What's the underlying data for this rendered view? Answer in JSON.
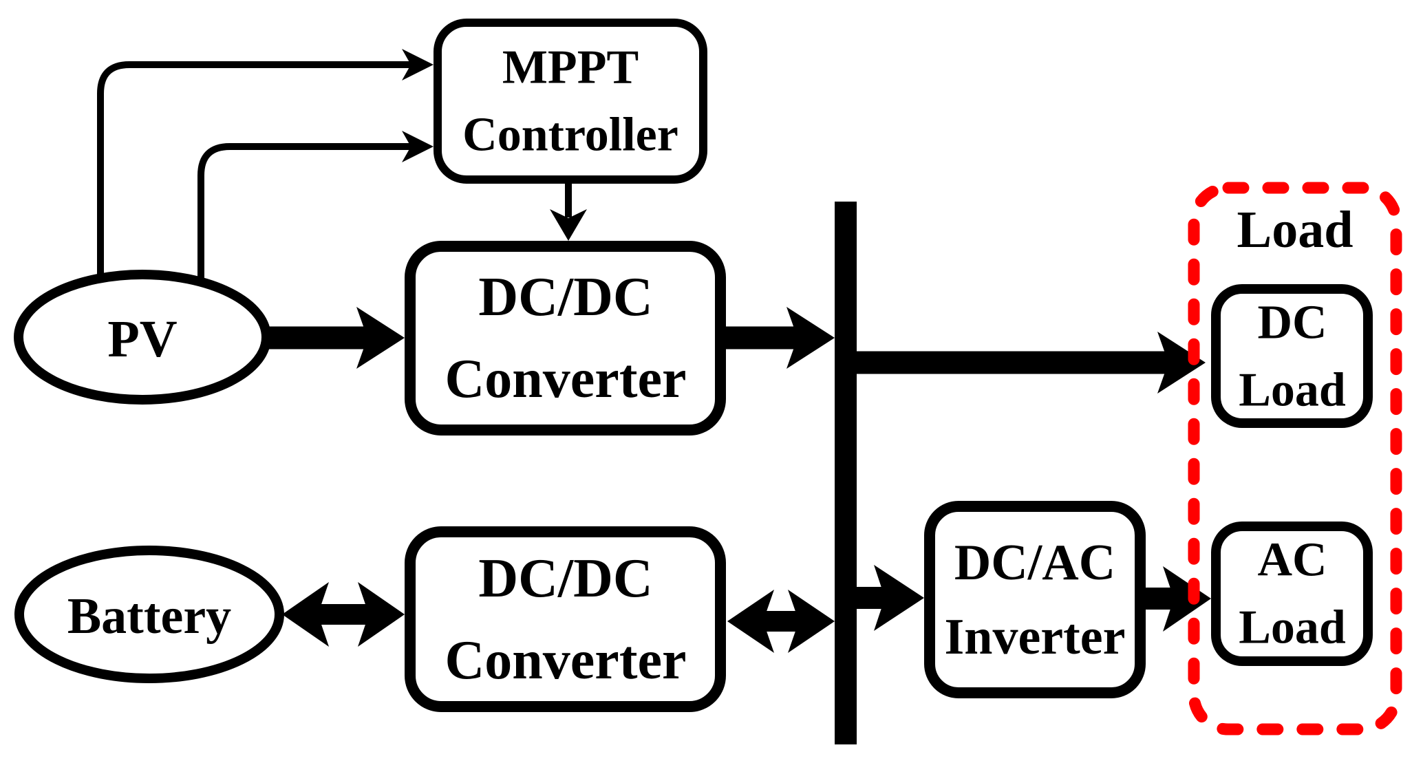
{
  "nodes": {
    "pv": {
      "label": "PV"
    },
    "battery": {
      "label": "Battery"
    },
    "mppt_controller": {
      "line1": "MPPT",
      "line2": "Controller"
    },
    "pv_dcdc_converter": {
      "line1": "DC/DC",
      "line2": "Converter"
    },
    "battery_dcdc_converter": {
      "line1": "DC/DC",
      "line2": "Converter"
    },
    "dcac_inverter": {
      "line1": "DC/AC",
      "line2": "Inverter"
    },
    "dc_load": {
      "line1": "DC",
      "line2": "Load"
    },
    "ac_load": {
      "line1": "AC",
      "line2": "Load"
    },
    "load_group": {
      "label": "Load"
    }
  },
  "colors": {
    "diagram_line": "#000000",
    "load_group_outline": "#ff0000",
    "load_group_label": "#ff0000",
    "background": "#ffffff"
  }
}
